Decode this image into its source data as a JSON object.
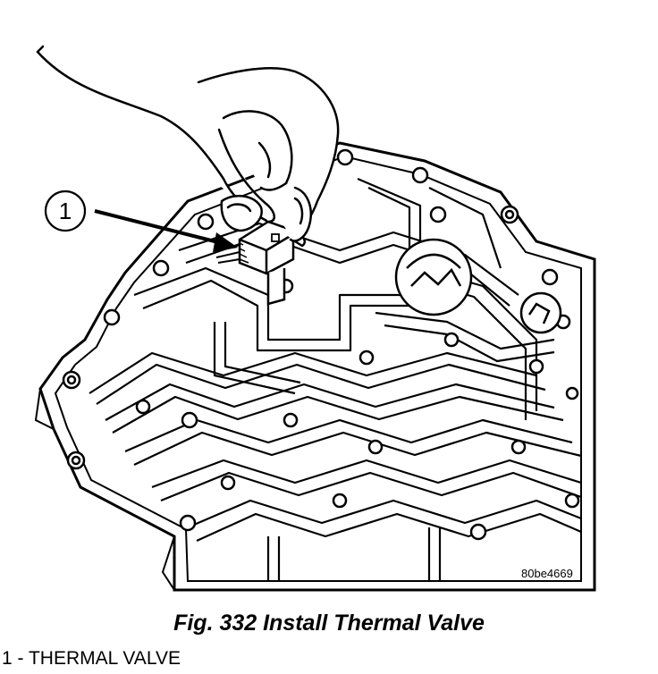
{
  "figure": {
    "callout_number": "1",
    "figure_id": "80be4669"
  },
  "caption": "Fig. 332 Install Thermal Valve",
  "legend": "1 - THERMAL VALVE"
}
